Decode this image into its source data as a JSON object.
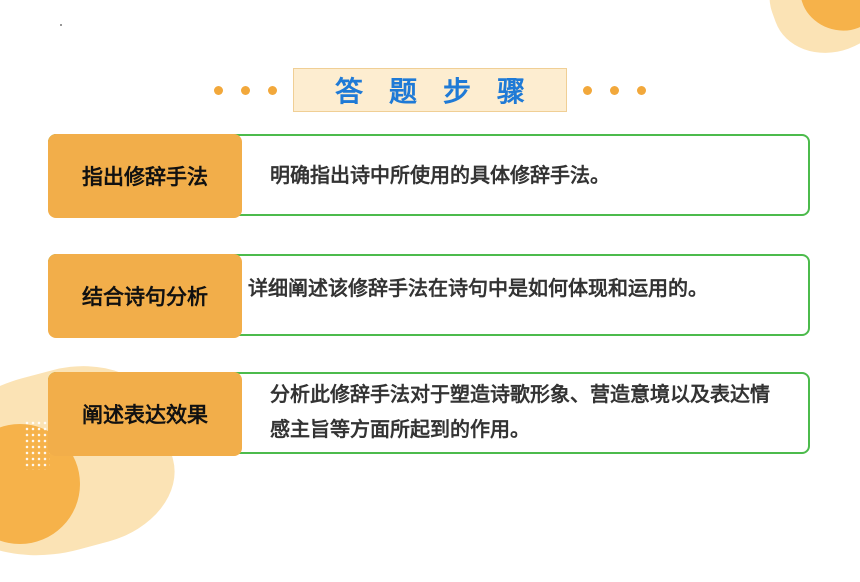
{
  "title": "答题步骤",
  "colors": {
    "accent_orange": "#f2ae4a",
    "title_blue": "#1f7ad6",
    "border_green": "#4cbb4c",
    "title_box_bg": "#fdedd0"
  },
  "steps": [
    {
      "label": "指出修辞手法",
      "text": "明确指出诗中所使用的具体修辞手法。"
    },
    {
      "label": "结合诗句分析",
      "text": "详细阐述该修辞手法在诗句中是如何体现和运用的。"
    },
    {
      "label": "阐述表达效果",
      "text": "分析此修辞手法对于塑造诗歌形象、营造意境以及表达情感主旨等方面所起到的作用。"
    }
  ]
}
